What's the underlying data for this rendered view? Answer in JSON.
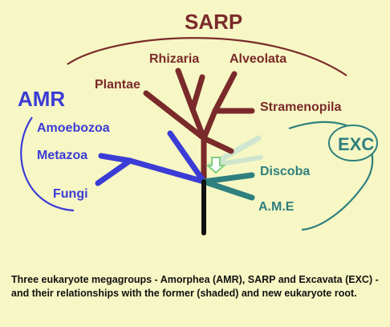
{
  "colors": {
    "background": "#f6f7c4",
    "sarp": "#7a2a2a",
    "amr": "#3b3bd6",
    "exc": "#2f7f7f",
    "exc_shaded": "#cfe5cf",
    "root": "#111111",
    "arrow": "#7fcf7f"
  },
  "groups": {
    "sarp": "SARP",
    "amr": "AMR",
    "exc": "EXC"
  },
  "taxa": {
    "rhizaria": "Rhizaria",
    "alveolata": "Alveolata",
    "plantae": "Plantae",
    "stramenopila": "Stramenopila",
    "amoebozoa": "Amoebozoa",
    "metazoa": "Metazoa",
    "fungi": "Fungi",
    "discoba": "Discoba",
    "ame": "A.M.E"
  },
  "caption": "Three eukaryote megagroups - Amorphea (AMR), SARP and Excavata (EXC) - and their relationships with the former (shaded) and new eukaryote root."
}
